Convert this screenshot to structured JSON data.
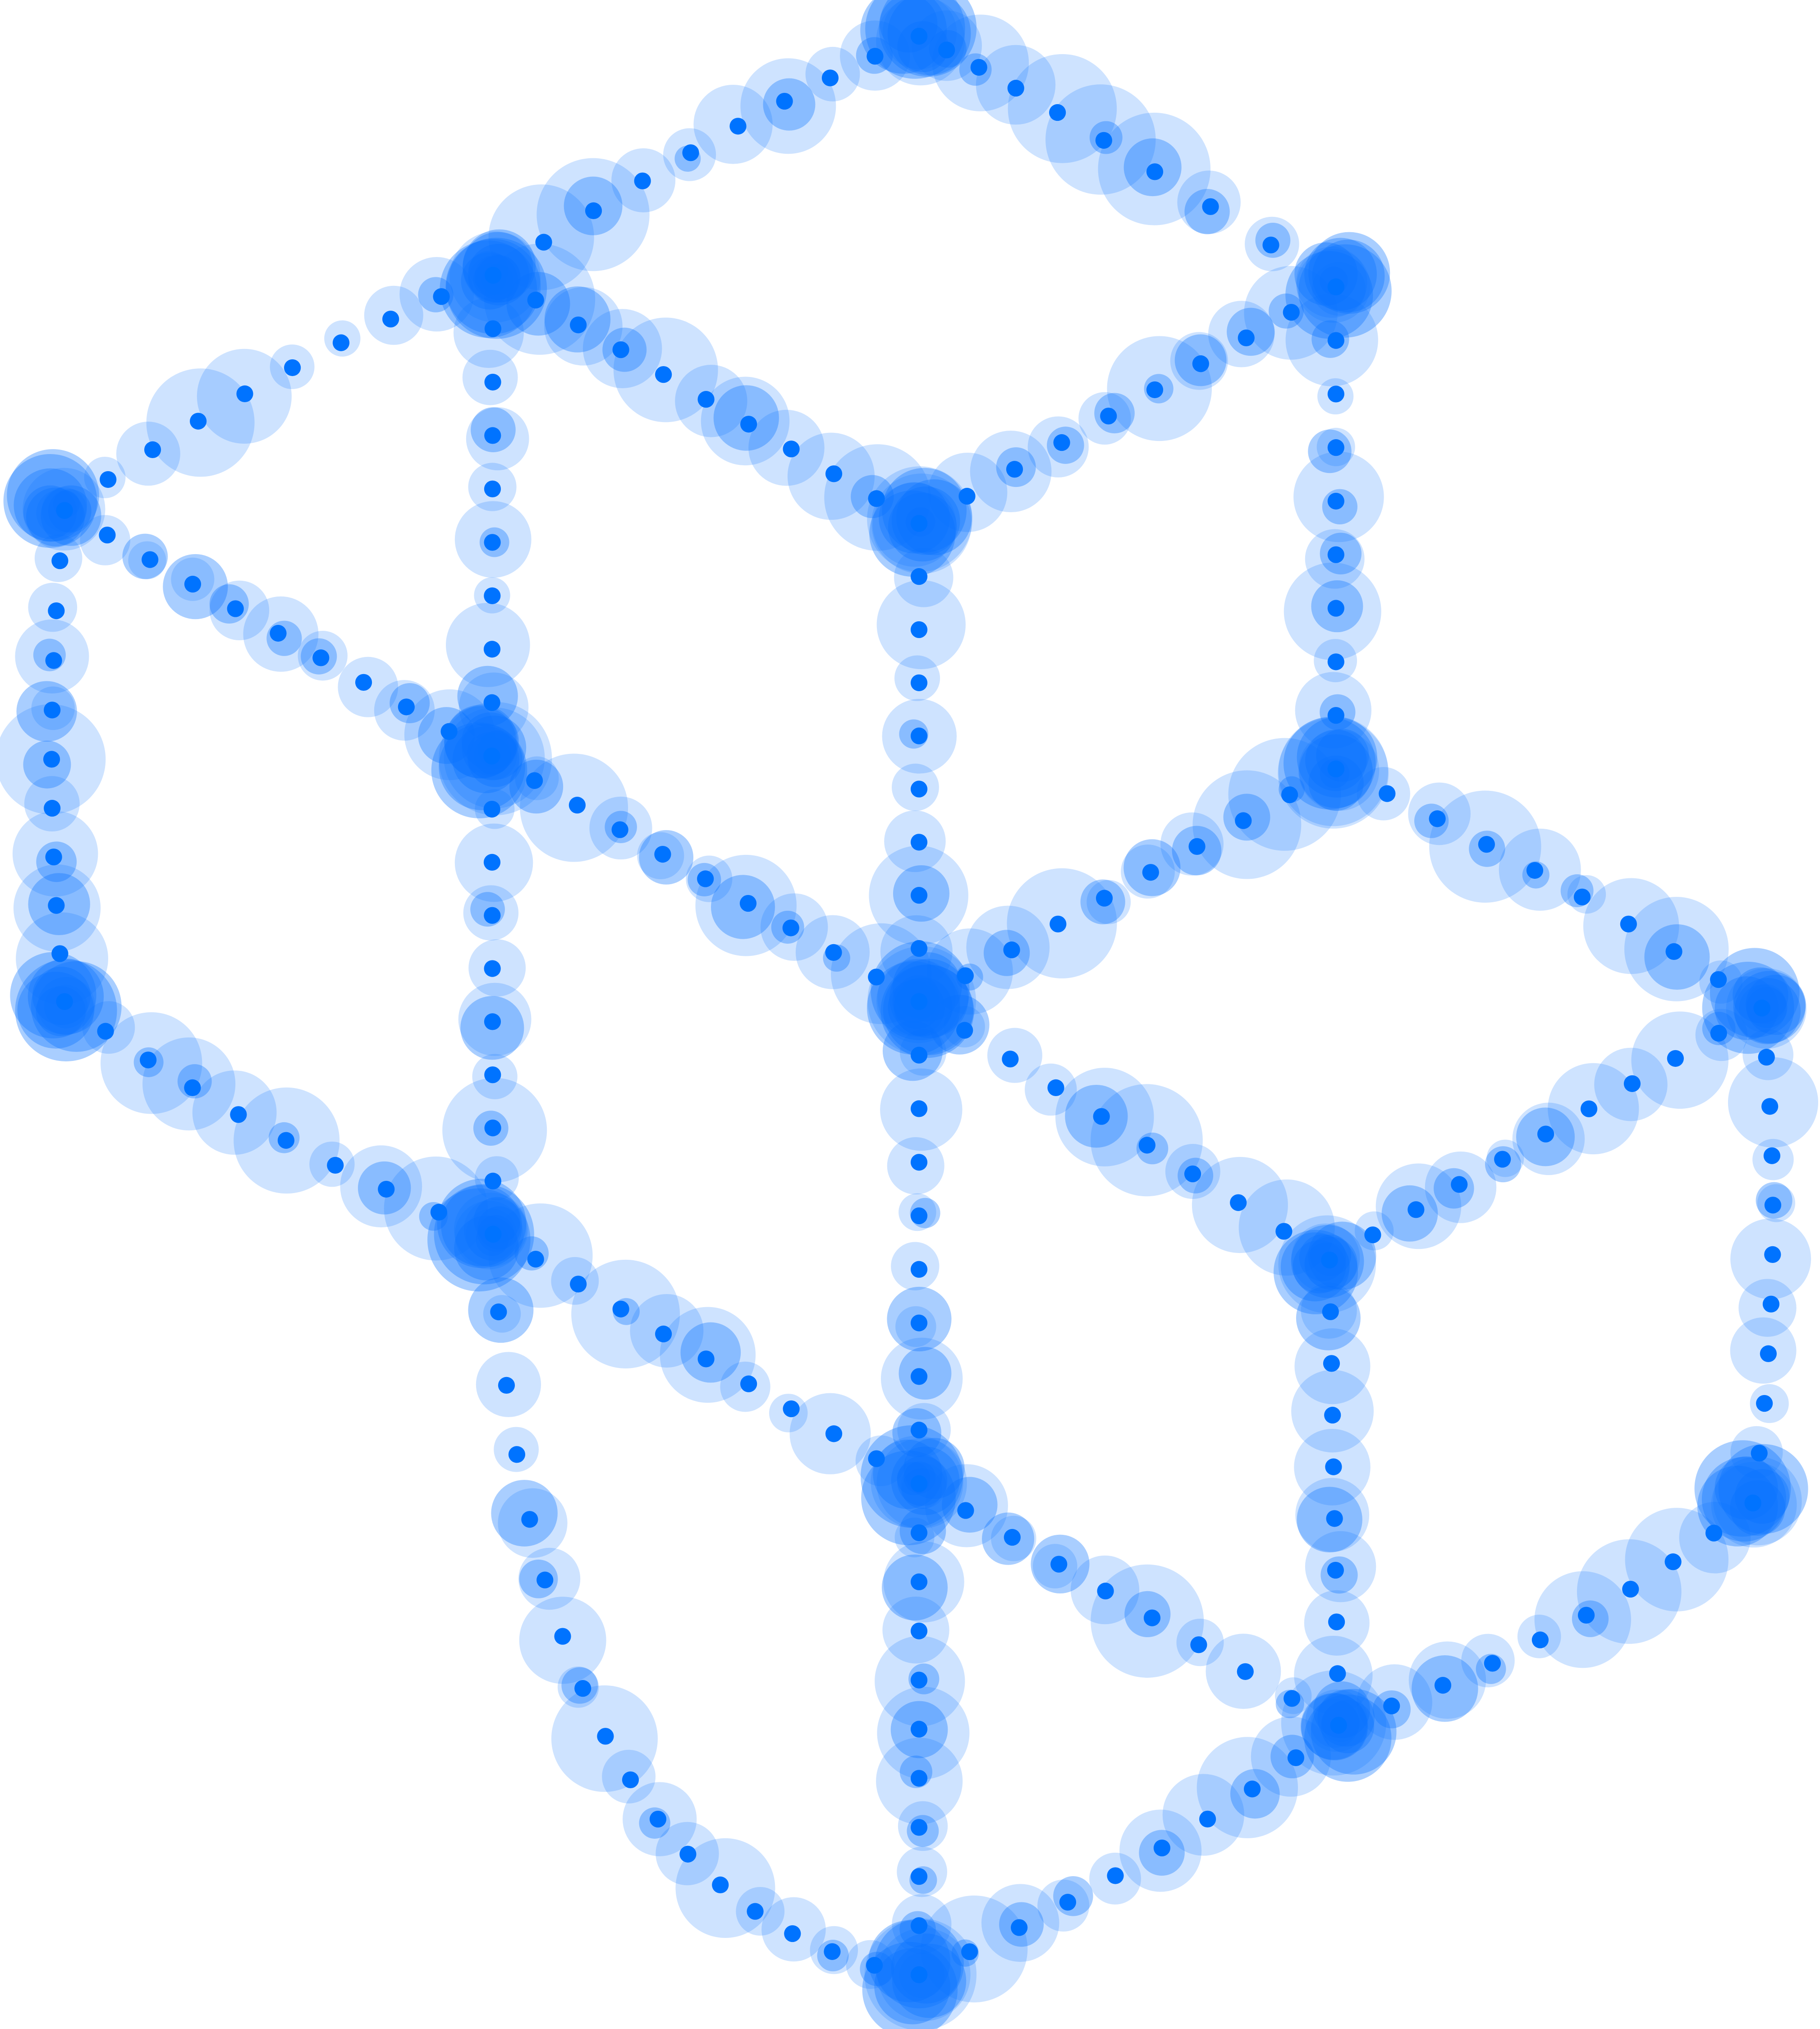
{
  "colors": {
    "background": "#ffffff",
    "dot": "#0073ff",
    "halo": "#0a73ff",
    "halo_opacity_light": 0.2,
    "halo_opacity_strong": 0.35
  },
  "graphic": {
    "name": "dotted-isometric-cubes-logo",
    "description_icon": "three-cubes-dotted-outline-icon"
  }
}
